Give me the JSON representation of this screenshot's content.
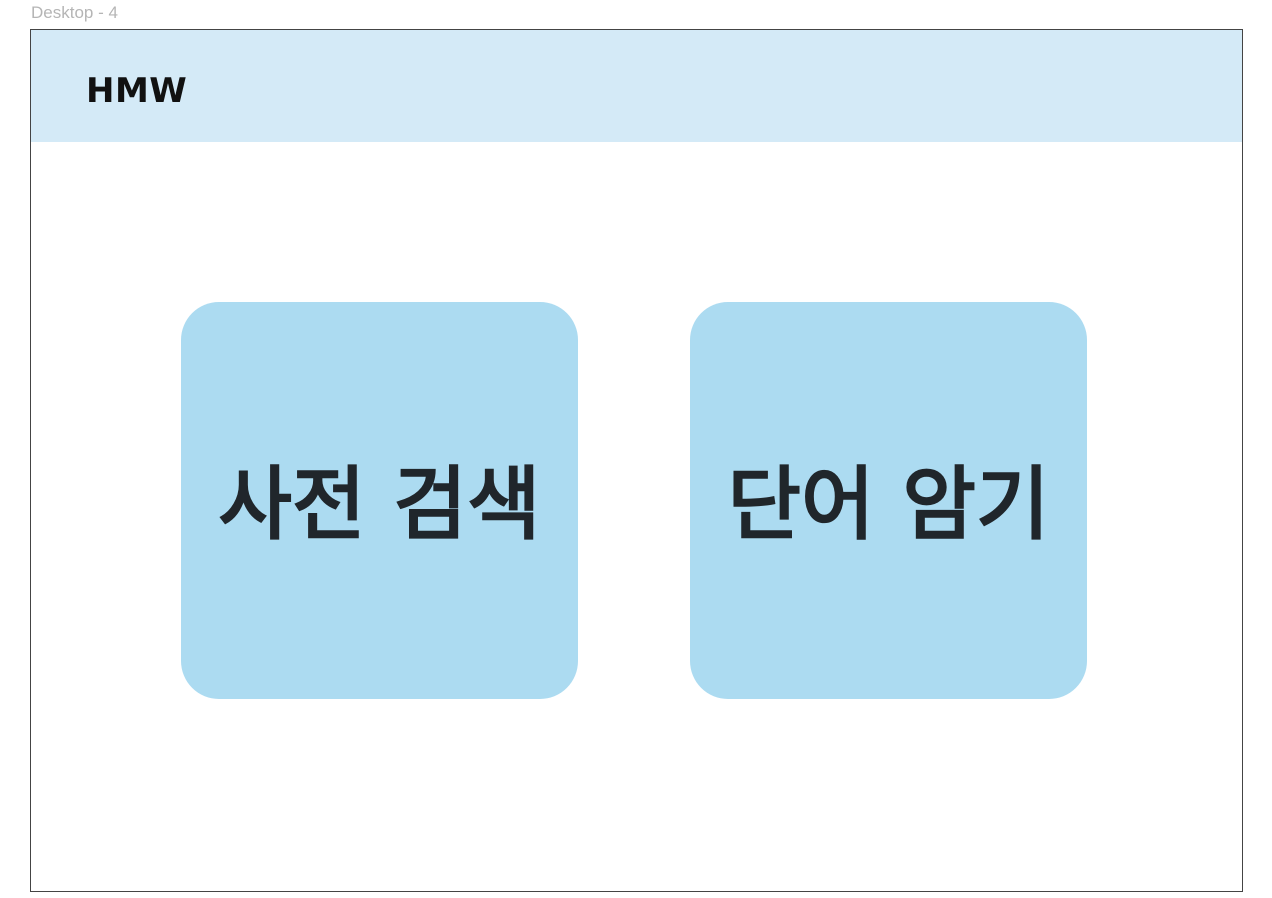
{
  "frame": {
    "label": "Desktop - 4"
  },
  "header": {
    "brand": "HMW",
    "background_color": "#d4eaf7"
  },
  "main": {
    "cards": [
      {
        "label": "사전 검색"
      },
      {
        "label": "단어 암기"
      }
    ],
    "card_color": "#acdbf1",
    "text_color": "#20262b"
  }
}
